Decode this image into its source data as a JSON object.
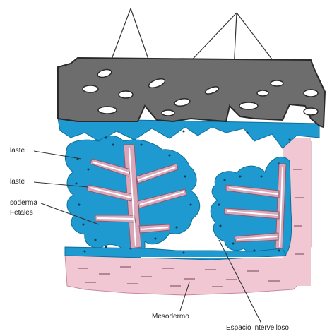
{
  "labels": {
    "label_1": "laste",
    "label_2": "laste",
    "label_3_line1": "soderma",
    "label_3_line2": "Fetales",
    "mesoderm": "Mesodermo",
    "intervillous_space": "Espacio intervelloso"
  },
  "colors": {
    "decidua": "#6d6d6d",
    "decidua_outline": "#2a2a2a",
    "trophoblast": "#1e9ad0",
    "villus_core": "#d9a7b9",
    "chorionic_plate": "#f2c7d4",
    "background": "#ffffff"
  }
}
